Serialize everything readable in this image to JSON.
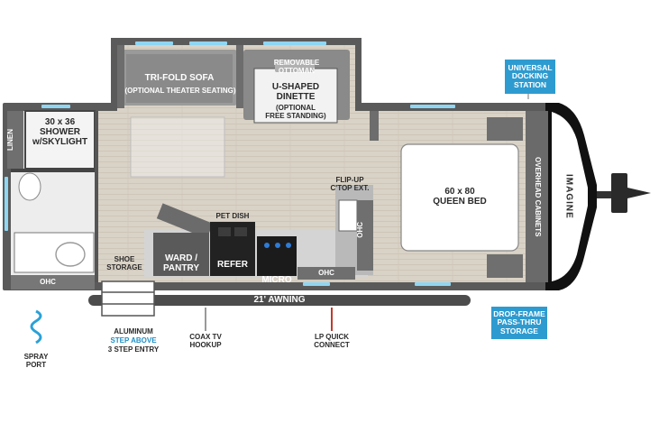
{
  "rooms": {
    "linen": "LINEN",
    "shower": "30 x 36\nSHOWER\nw/SKYLIGHT",
    "ohc_bath": "OHC",
    "sofa": "TRI-FOLD SOFA",
    "sofa_option": "(OPTIONAL THEATER SEATING)",
    "ottoman": "REMOVABLE\nOTTOMAN",
    "dinette": "U-SHAPED\nDINETTE",
    "dinette_option": "(OPTIONAL\nFREE STANDING)",
    "flip_up": "FLIP-UP\nC'TOP EXT.",
    "ohc_kitchen_side": "OHC",
    "ohc_kitchen_bottom": "OHC",
    "pet_dish": "PET DISH",
    "shoe_storage": "SHOE\nSTORAGE",
    "ward_pantry": "WARD /\nPANTRY",
    "refer": "REFER",
    "micro": "MICRO",
    "bed": "60 x 80\nQUEEN BED",
    "overhead_cabinets": "OVERHEAD CABINETS",
    "brand": "IMAGINE"
  },
  "exterior": {
    "awning": "21' AWNING",
    "universal_docking": "UNIVERSAL\nDOCKING\nSTATION",
    "drop_frame": "DROP-FRAME\nPASS-THRU\nSTORAGE",
    "spray_port": "SPRAY\nPORT",
    "entry_line1": "ALUMINUM",
    "entry_line2": "STEP ABOVE",
    "entry_line3": "3 STEP ENTRY",
    "coax": "COAX TV\nHOOKUP",
    "lp_quick": "LP QUICK\nCONNECT"
  },
  "colors": {
    "wall": "#5b5b5b",
    "floor": "#d8d0c4",
    "callout": "#2e9bd0",
    "accent_blue": "#1f8fc4",
    "window": "#8fd6f2"
  }
}
